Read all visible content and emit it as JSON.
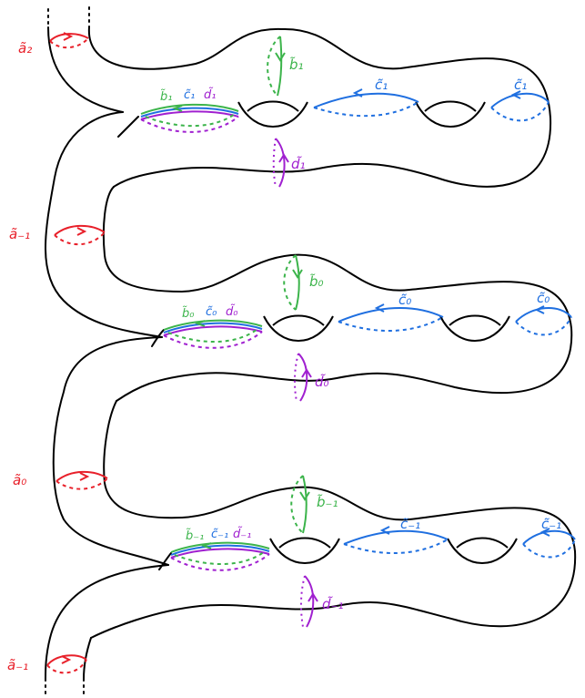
{
  "colors": {
    "outline": "#000000",
    "a_curve": "#e8202a",
    "b_curve": "#3cb44b",
    "c_curve": "#1f6fe0",
    "d_curve": "#a020d0"
  },
  "labels": {
    "a": [
      "ã₂",
      "ã₋₁",
      "ã₀",
      "ã₋₁"
    ],
    "levels": [
      {
        "b": "b̃₁",
        "c": "c̃₁",
        "d": "d̃₁",
        "b_small": "b̃₁",
        "c_small": "c̃₁",
        "d_small": "d̃₁",
        "c_mid": "c̃₁",
        "c_right": "c̃₁"
      },
      {
        "b": "b̃₀",
        "c": "c̃₀",
        "d": "d̃₀",
        "b_small": "b̃₀",
        "c_small": "c̃₀",
        "d_small": "d̃₀",
        "c_mid": "c̃₀",
        "c_right": "c̃₀"
      },
      {
        "b": "b̃₋₁",
        "c": "c̃₋₁",
        "d": "d̃₋₁",
        "b_small": "b̃₋₁",
        "c_small": "c̃₋₁",
        "d_small": "d̃₋₁",
        "c_mid": "c̃₋₁",
        "c_right": "c̃₋₁"
      }
    ]
  }
}
